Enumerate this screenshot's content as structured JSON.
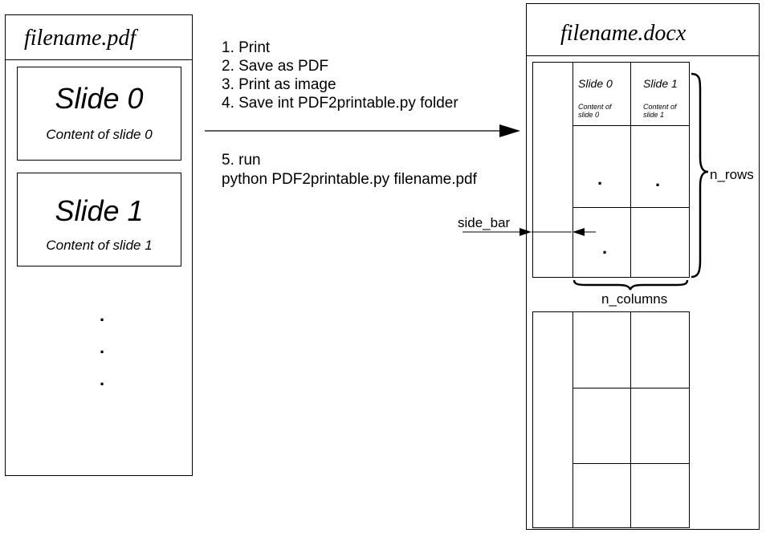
{
  "pdf": {
    "title": "filename.pdf",
    "slides": [
      {
        "title": "Slide 0",
        "content": "Content of slide 0"
      },
      {
        "title": "Slide 1",
        "content": "Content of slide 1"
      }
    ],
    "ellipsis": [
      ".",
      ".",
      "."
    ]
  },
  "steps": [
    "1.  Print",
    "2. Save as PDF",
    "3. Print as image",
    "4. Save int PDF2printable.py folder",
    "5. run",
    "python PDF2printable.py filename.pdf"
  ],
  "docx": {
    "title": "filename.docx",
    "cells": [
      {
        "title": "Slide 0",
        "content": "Content of slide 0"
      },
      {
        "title": "Slide 1",
        "content": "Content of slide 1"
      }
    ],
    "grid_dots": [
      ".",
      ".",
      "."
    ],
    "labels": {
      "side_bar": "side_bar",
      "n_rows": "n_rows",
      "n_columns": "n_columns"
    }
  }
}
